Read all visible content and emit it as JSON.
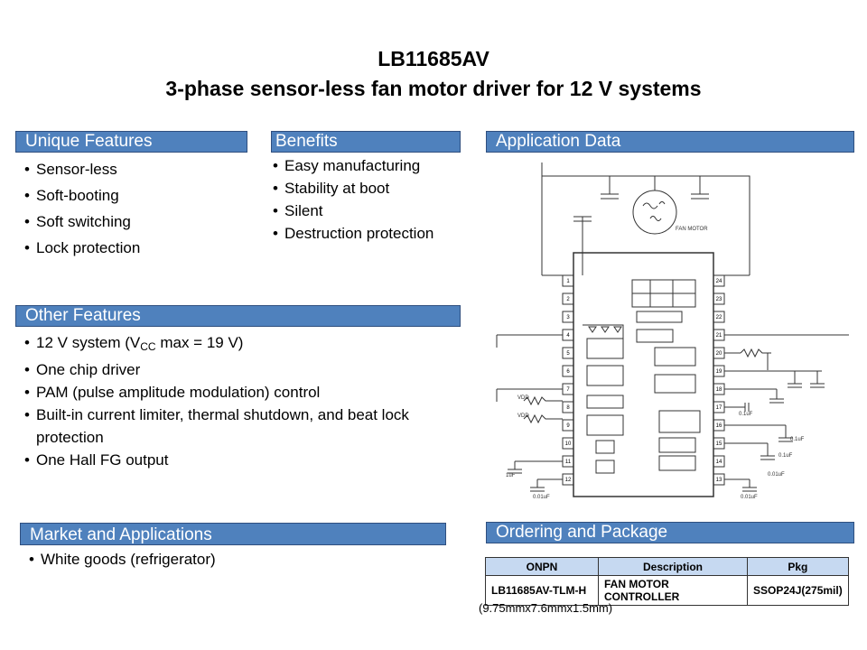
{
  "title": {
    "line1": "LB11685AV",
    "line2": "3-phase sensor-less fan motor driver for 12 V systems"
  },
  "unique_features": {
    "header": "Unique Features",
    "items": [
      "Sensor-less",
      "Soft-booting",
      "Soft switching",
      "Lock protection"
    ]
  },
  "benefits": {
    "header": "Benefits",
    "items": [
      "Easy manufacturing",
      "Stability at boot",
      "Silent",
      "Destruction protection"
    ]
  },
  "application_data": {
    "header": "Application Data",
    "schematic": {
      "motor_label": "FAN MOTOR",
      "chip_left_pins": [
        "1",
        "2",
        "3",
        "4",
        "5",
        "6",
        "7",
        "8",
        "9",
        "10",
        "11",
        "12"
      ],
      "chip_right_pins": [
        "24",
        "23",
        "22",
        "21",
        "20",
        "19",
        "18",
        "17",
        "16",
        "15",
        "14",
        "13"
      ],
      "vdd_label": "VDD",
      "cap_labels": [
        "0.1uF",
        "0.1uF",
        "0.1uF",
        "0.01uF",
        "0.01uF",
        "1uF",
        "0.01uF"
      ]
    }
  },
  "other_features": {
    "header": "Other Features",
    "items": {
      "i1_pre": "12 V system (V",
      "i1_sub": "CC",
      "i1_post": " max = 19 V)",
      "i2": "One chip driver",
      "i3": "PAM (pulse amplitude modulation) control",
      "i4": "Built-in current limiter, thermal shutdown, and beat lock protection",
      "i5": "One Hall FG output"
    }
  },
  "market": {
    "header": "Market and Applications",
    "items": [
      "White goods (refrigerator)"
    ]
  },
  "ordering": {
    "header": "Ordering and Package",
    "columns": [
      "ONPN",
      "Description",
      "Pkg"
    ],
    "row": [
      "LB11685AV-TLM-H",
      "FAN MOTOR CONTROLLER",
      "SSOP24J(275mil)"
    ],
    "dimensions": "(9.75mmx7.6mmx1.5mm)"
  }
}
